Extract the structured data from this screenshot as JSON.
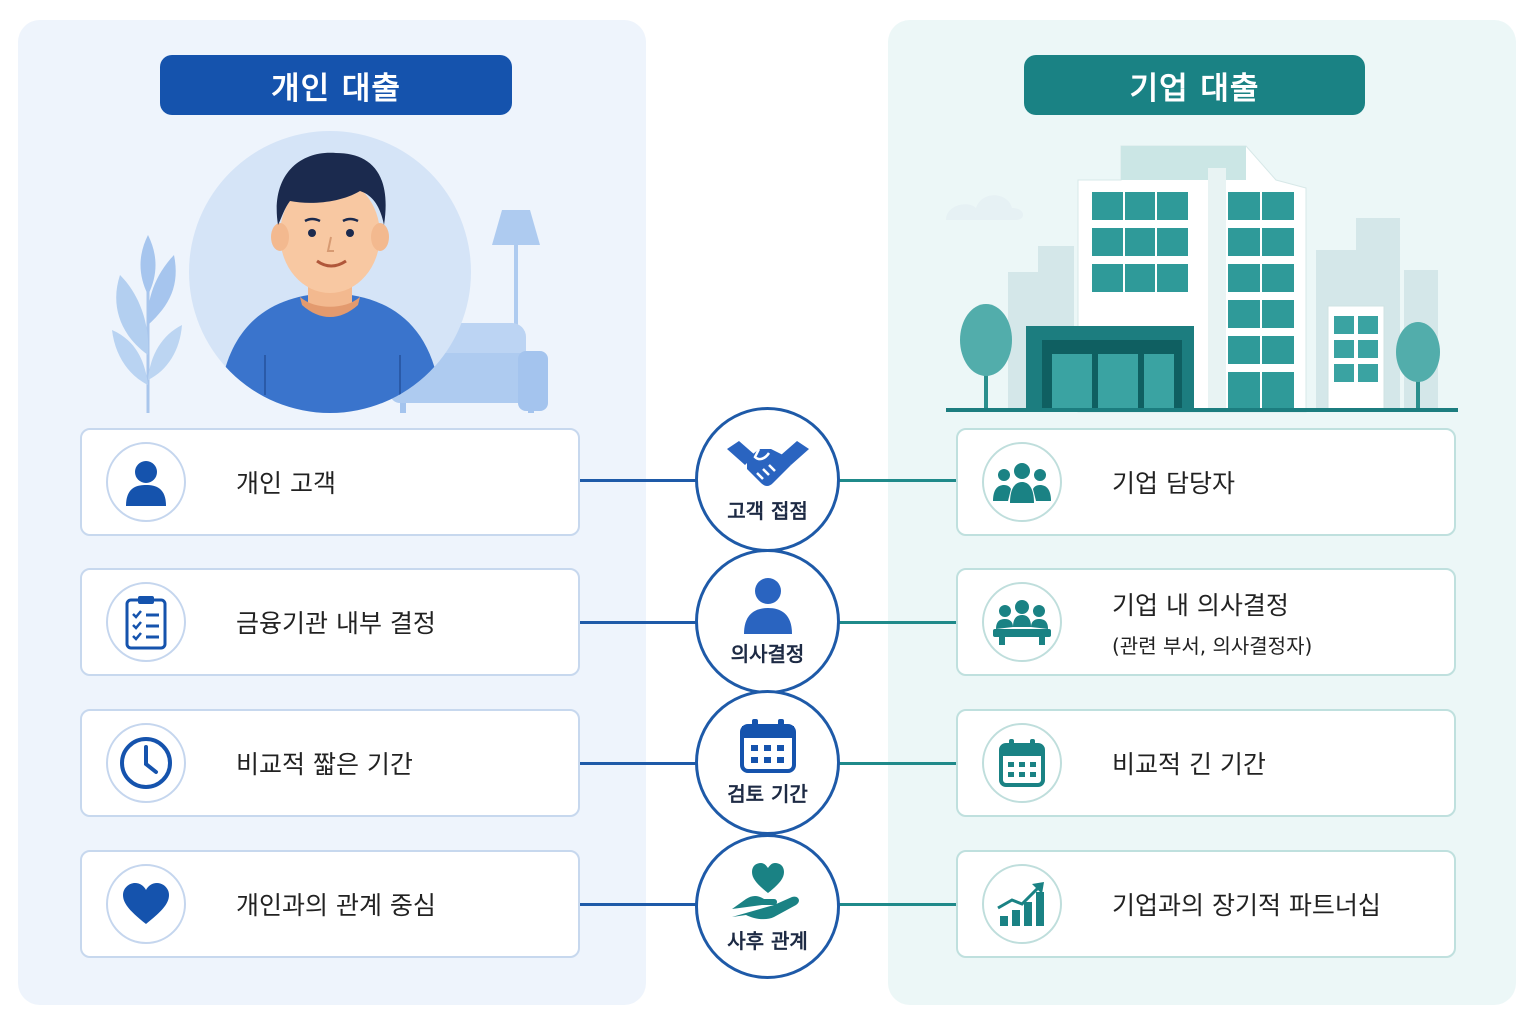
{
  "left": {
    "title": "개인 대출",
    "items": [
      {
        "main": "개인 고객",
        "icon": "person-icon"
      },
      {
        "main": "금융기관 내부 결정",
        "icon": "clipboard-checklist-icon"
      },
      {
        "main": "비교적 짧은 기간",
        "icon": "clock-icon"
      },
      {
        "main": "개인과의 관계 중심",
        "icon": "heart-icon"
      }
    ]
  },
  "right": {
    "title": "기업 대출",
    "items": [
      {
        "main": "기업 담당자",
        "icon": "group-icon"
      },
      {
        "main": "기업 내 의사결정",
        "sub": "(관련 부서, 의사결정자)",
        "icon": "team-meeting-icon"
      },
      {
        "main": "비교적 긴 기간",
        "icon": "calendar-icon"
      },
      {
        "main": "기업과의 장기적 파트너십",
        "icon": "growth-chart-icon"
      }
    ]
  },
  "center": [
    {
      "label": "고객 접점",
      "icon": "handshake-icon"
    },
    {
      "label": "의사결정",
      "icon": "person-icon"
    },
    {
      "label": "검토 기간",
      "icon": "calendar-icon"
    },
    {
      "label": "사후 관계",
      "icon": "hand-heart-icon"
    }
  ],
  "colors": {
    "blue": "#1553ad",
    "teal": "#1a8284"
  }
}
